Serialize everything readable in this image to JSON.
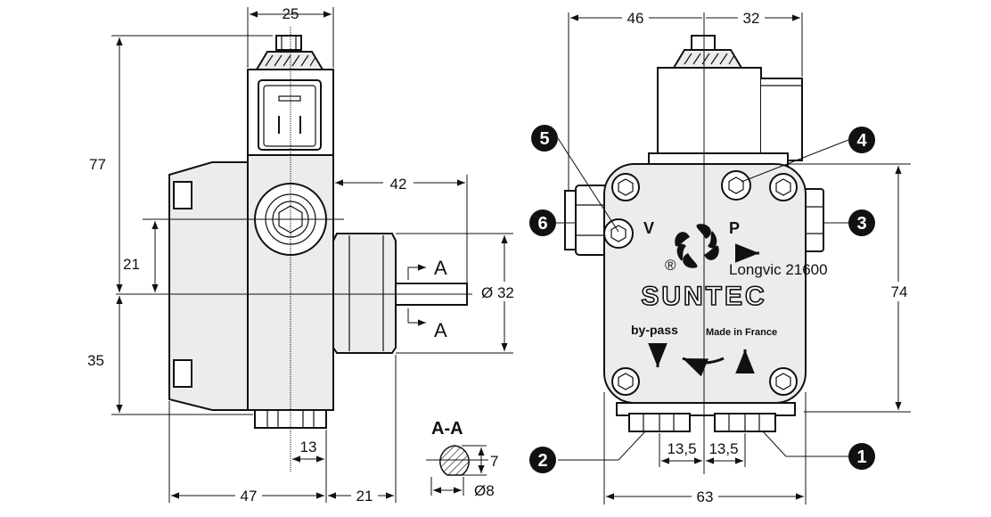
{
  "dimensions": {
    "side_top_width": "25",
    "side_height_total": "77",
    "side_height_upper": "21",
    "side_height_lower": "35",
    "side_shaft_offset": "42",
    "side_shaft_dia": "Ø 32",
    "side_port_width": "13",
    "side_base_width": "47",
    "side_shaft_length": "21",
    "front_left_width": "46",
    "front_right_width": "32",
    "front_height": "74",
    "front_port_spacing_left": "13,5",
    "front_port_spacing_right": "13,5",
    "front_total_width": "63"
  },
  "section": {
    "label_top": "A",
    "label_bottom": "A",
    "title": "A-A",
    "flat": "7",
    "diameter": "Ø8"
  },
  "pump_face": {
    "v_label": "V",
    "p_label": "P",
    "brand": "SUNTEC",
    "location": "Longvic 21600",
    "bypass": "by-pass",
    "made_in": "Made in France",
    "registered": "®"
  },
  "callouts": [
    "1",
    "2",
    "3",
    "4",
    "5",
    "6"
  ]
}
